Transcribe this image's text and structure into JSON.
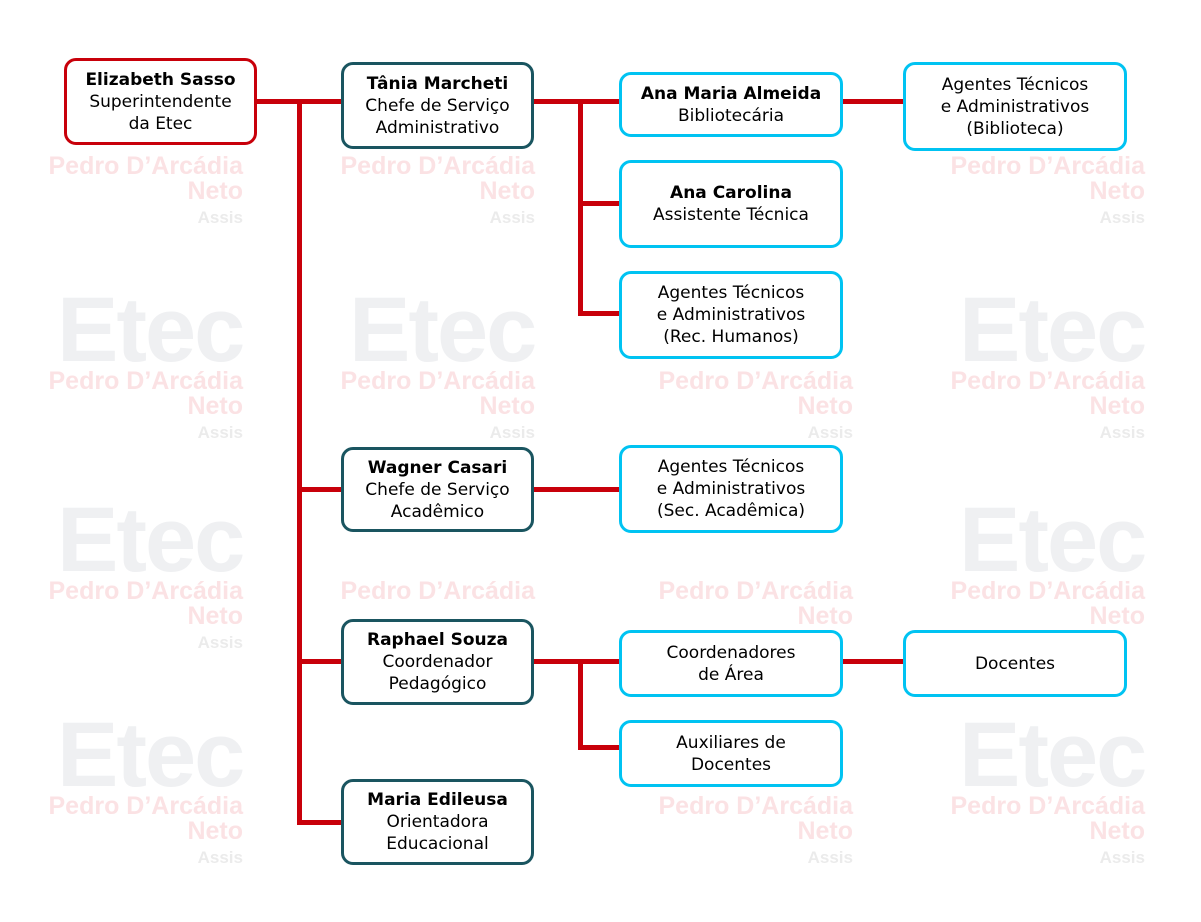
{
  "watermark": {
    "logo": "Etec",
    "line1": "Pedro D’Arcádia",
    "line2": "Neto",
    "line3": "Assis"
  },
  "colors": {
    "connector": "#c8000a",
    "root_border": "#c8000a",
    "level1_border": "#1a5560",
    "level2_border": "#00c3f2"
  },
  "nodes": {
    "elizabeth": {
      "name": "Elizabeth Sasso",
      "role1": "Superintendente",
      "role2": "da Etec"
    },
    "tania": {
      "name": "Tânia Marcheti",
      "role1": "Chefe de Serviço",
      "role2": "Administrativo"
    },
    "wagner": {
      "name": "Wagner Casari",
      "role1": "Chefe de Serviço",
      "role2": "Acadêmico"
    },
    "raphael": {
      "name": "Raphael Souza",
      "role1": "Coordenador",
      "role2": "Pedagógico"
    },
    "maria": {
      "name": "Maria Edileusa",
      "role1": "Orientadora",
      "role2": "Educacional"
    },
    "ana_maria": {
      "name": "Ana Maria Almeida",
      "role1": "Bibliotecária"
    },
    "ana_carolina": {
      "name": "Ana Carolina",
      "role1": "Assistente Técnica"
    },
    "agentes_rh": {
      "l1": "Agentes Técnicos",
      "l2": "e Administrativos",
      "l3": "(Rec. Humanos)"
    },
    "agentes_sec": {
      "l1": "Agentes Técnicos",
      "l2": "e Administrativos",
      "l3": "(Sec. Acadêmica)"
    },
    "agentes_bib": {
      "l1": "Agentes Técnicos",
      "l2": "e Administrativos",
      "l3": "(Biblioteca)"
    },
    "coordenadores": {
      "l1": "Coordenadores",
      "l2": "de Área"
    },
    "auxiliares": {
      "l1": "Auxiliares de",
      "l2": "Docentes"
    },
    "docentes": {
      "l1": "Docentes"
    }
  }
}
